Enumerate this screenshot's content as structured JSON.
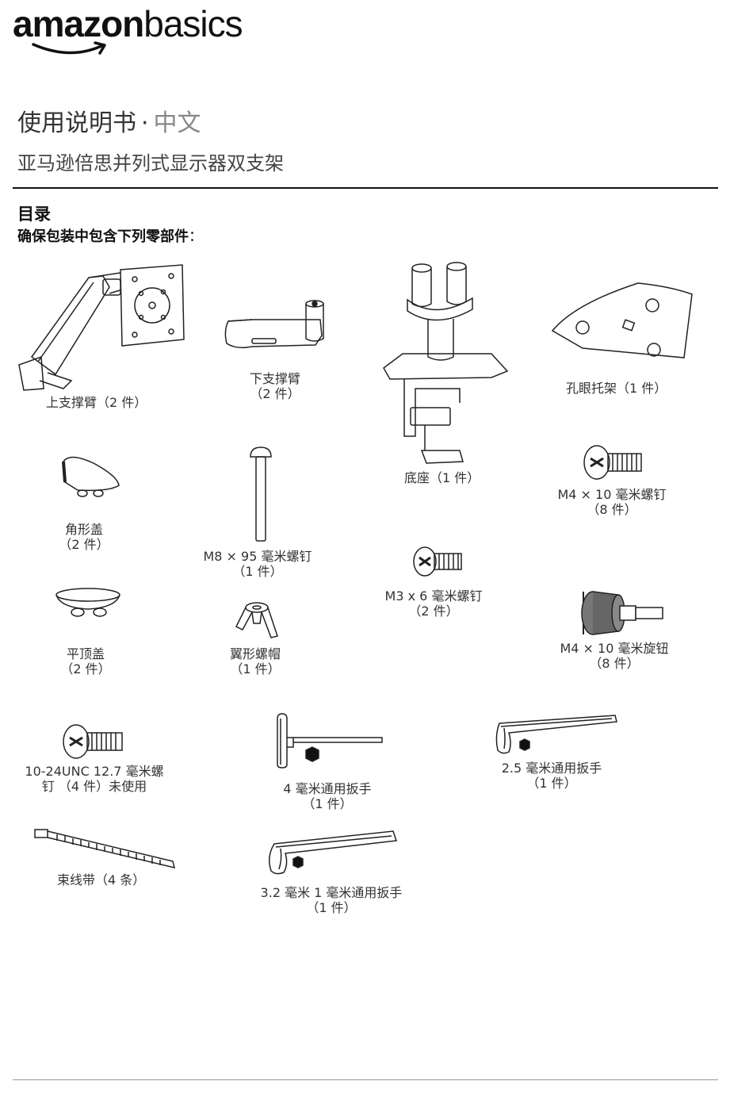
{
  "brand": {
    "bold": "amazon",
    "light": "basics"
  },
  "header": {
    "manual": "使用说明书",
    "separator": "·",
    "language": "中文",
    "product": "亚马逊倍思并列式显示器双支架"
  },
  "contents": {
    "heading": "目录",
    "subheading": "确保包装中包含下列零部件",
    "colon": "："
  },
  "parts": [
    {
      "line1": "上支撑臂（2 件）",
      "line2": ""
    },
    {
      "line1": "下支撑臂",
      "line2": "（2 件）"
    },
    {
      "line1": "底座（1 件）",
      "line2": ""
    },
    {
      "line1": "孔眼托架（1 件）",
      "line2": ""
    },
    {
      "line1": "角形盖",
      "line2": "（2 件）"
    },
    {
      "line1": "M8 × 95 毫米螺钉",
      "line2": "（1 件）"
    },
    {
      "line1": "M4 × 10 毫米螺钉",
      "line2": "（8 件）"
    },
    {
      "line1": "M3 x 6 毫米螺钉",
      "line2": "（2 件）"
    },
    {
      "line1": "平顶盖",
      "line2": "（2 件）"
    },
    {
      "line1": "翼形螺帽",
      "line2": "（1 件）"
    },
    {
      "line1": "M4 × 10 毫米旋钮",
      "line2": "（8 件）"
    },
    {
      "line1": "10-24UNC 12.7 毫米螺",
      "line2": "钉 （4 件）未使用"
    },
    {
      "line1": "4 毫米通用扳手",
      "line2": "（1 件）"
    },
    {
      "line1": "2.5 毫米通用扳手",
      "line2": "（1 件）"
    },
    {
      "line1": "束线带（4 条）",
      "line2": ""
    },
    {
      "line1": "3.2 毫米 1 毫米通用扳手",
      "line2": "（1 件）"
    }
  ]
}
